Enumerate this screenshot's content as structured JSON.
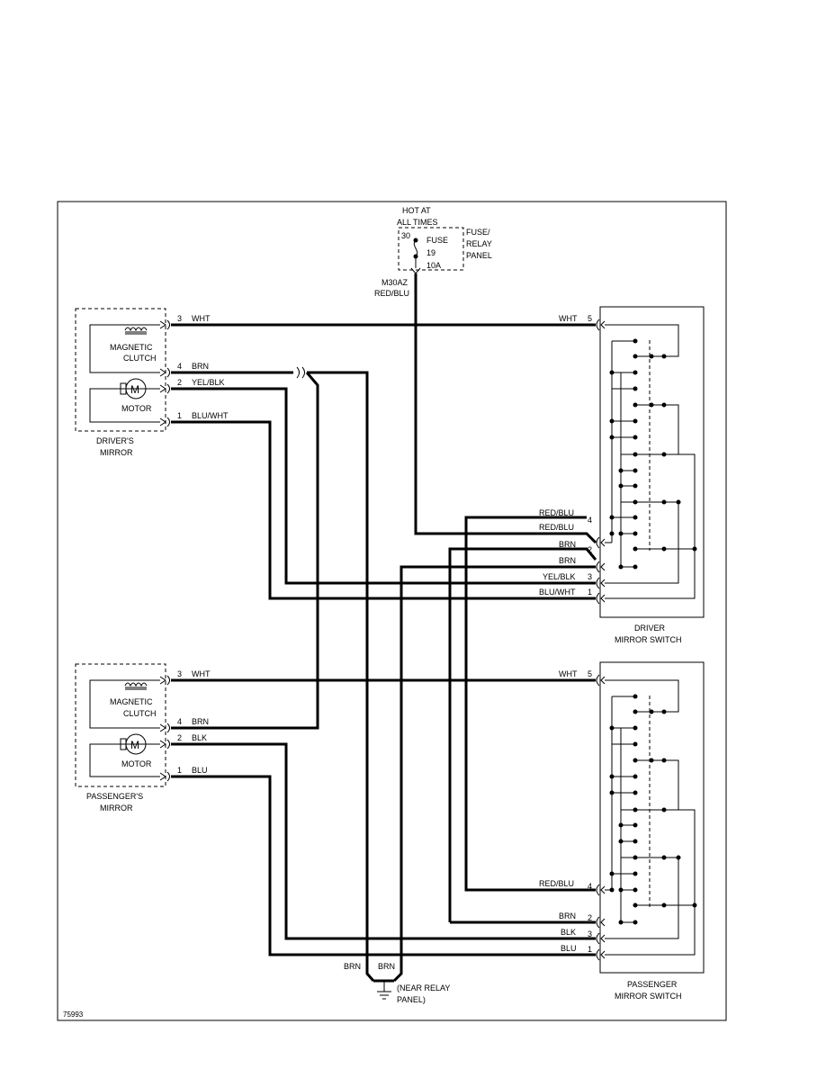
{
  "power": {
    "hot_at": "HOT AT",
    "all_times": "ALL TIMES",
    "terminal": "30",
    "fuse_label": "FUSE",
    "fuse_number": "19",
    "fuse_rating": "10A",
    "panel_line1": "FUSE/",
    "panel_line2": "RELAY",
    "panel_line3": "PANEL",
    "connector": "M30AZ",
    "feed_color": "RED/BLU"
  },
  "driver_mirror": {
    "title_line1": "DRIVER'S",
    "title_line2": "MIRROR",
    "clutch_line1": "MAGNETIC",
    "clutch_line2": "CLUTCH",
    "motor_label": "MOTOR",
    "motor_symbol": "M",
    "pins": [
      {
        "pin": "3",
        "color": "WHT"
      },
      {
        "pin": "4",
        "color": "BRN"
      },
      {
        "pin": "2",
        "color": "YEL/BLK"
      },
      {
        "pin": "1",
        "color": "BLU/WHT"
      }
    ]
  },
  "passenger_mirror": {
    "title_line1": "PASSENGER'S",
    "title_line2": "MIRROR",
    "clutch_line1": "MAGNETIC",
    "clutch_line2": "CLUTCH",
    "motor_label": "MOTOR",
    "motor_symbol": "M",
    "pins": [
      {
        "pin": "3",
        "color": "WHT"
      },
      {
        "pin": "4",
        "color": "BRN"
      },
      {
        "pin": "2",
        "color": "BLK"
      },
      {
        "pin": "1",
        "color": "BLU"
      }
    ]
  },
  "driver_switch": {
    "title_line1": "DRIVER",
    "title_line2": "MIRROR SWITCH",
    "wht": {
      "color": "WHT",
      "pin": "5"
    },
    "red_blu_in": "RED/BLU",
    "red_blu_out": "RED/BLU",
    "red_blu_pin": "4",
    "brn_a": "BRN",
    "brn_b": "BRN",
    "brn_pin": "2",
    "pin3": {
      "color": "YEL/BLK",
      "pin": "3"
    },
    "pin1": {
      "color": "BLU/WHT",
      "pin": "1"
    }
  },
  "passenger_switch": {
    "title_line1": "PASSENGER",
    "title_line2": "MIRROR SWITCH",
    "wht": {
      "color": "WHT",
      "pin": "5"
    },
    "red_blu": {
      "color": "RED/BLU",
      "pin": "4"
    },
    "brn": {
      "color": "BRN",
      "pin": "2"
    },
    "blk": {
      "color": "BLK",
      "pin": "3"
    },
    "blu": {
      "color": "BLU",
      "pin": "1"
    }
  },
  "ground": {
    "wire_left": "BRN",
    "wire_right": "BRN",
    "note_line1": "(NEAR RELAY",
    "note_line2": "PANEL)"
  },
  "figure_id": "75993"
}
